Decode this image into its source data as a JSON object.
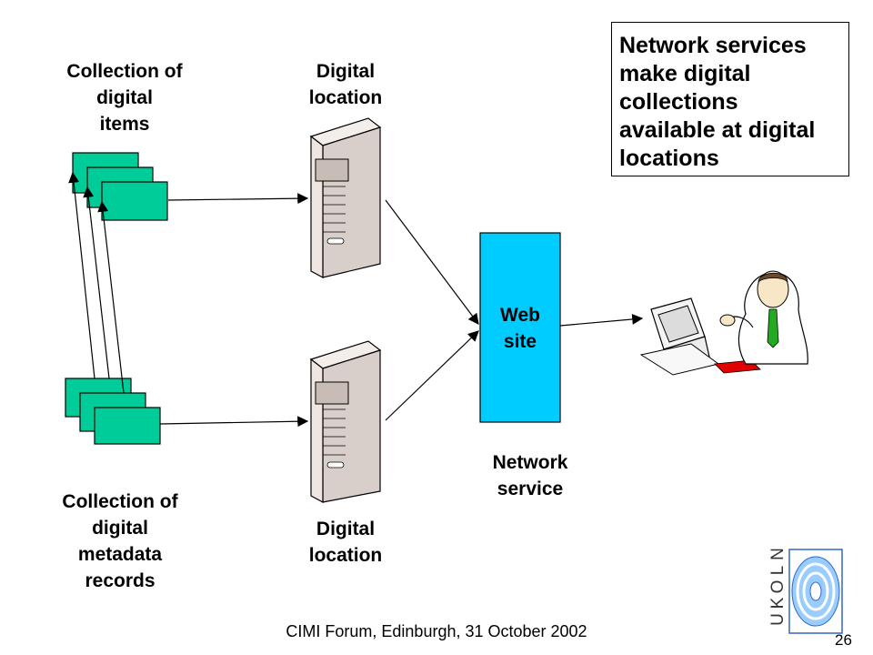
{
  "labels": {
    "collection_items": "Collection of\ndigital\nitems",
    "digital_location_top": "Digital\nlocation",
    "collection_metadata": "Collection of\ndigital\nmetadata\nrecords",
    "digital_location_bottom": "Digital\nlocation",
    "web_site": "Web\nsite",
    "network_service": "Network\nservice"
  },
  "callout": "Network services\nmake digital\ncollections\navailable at digital\nlocations",
  "footer": "CIMI Forum, Edinburgh, 31 October 2002",
  "page_number": "26",
  "logo_letters": [
    "N",
    "L",
    "O",
    "K",
    "U"
  ],
  "colors": {
    "record_fill": "#00cc99",
    "web_site_fill": "#00ccff",
    "server_fill": "#e8e0dc"
  }
}
